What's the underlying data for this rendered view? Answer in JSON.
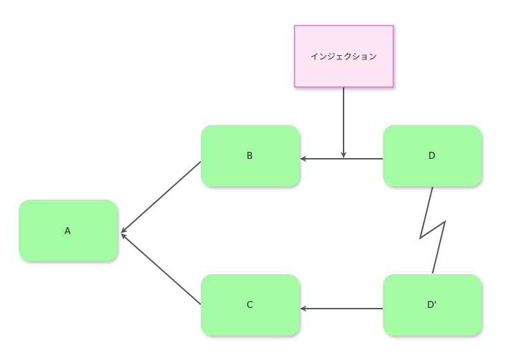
{
  "nodes": {
    "a": "A",
    "b": "B",
    "c": "C",
    "d": "D",
    "d_prime": "D'",
    "injection": "インジェクション"
  },
  "colors": {
    "node_fill": "#a3fca3",
    "injection_fill": "#ffe6f7",
    "injection_border": "#e070c8",
    "edge": "#555555"
  }
}
